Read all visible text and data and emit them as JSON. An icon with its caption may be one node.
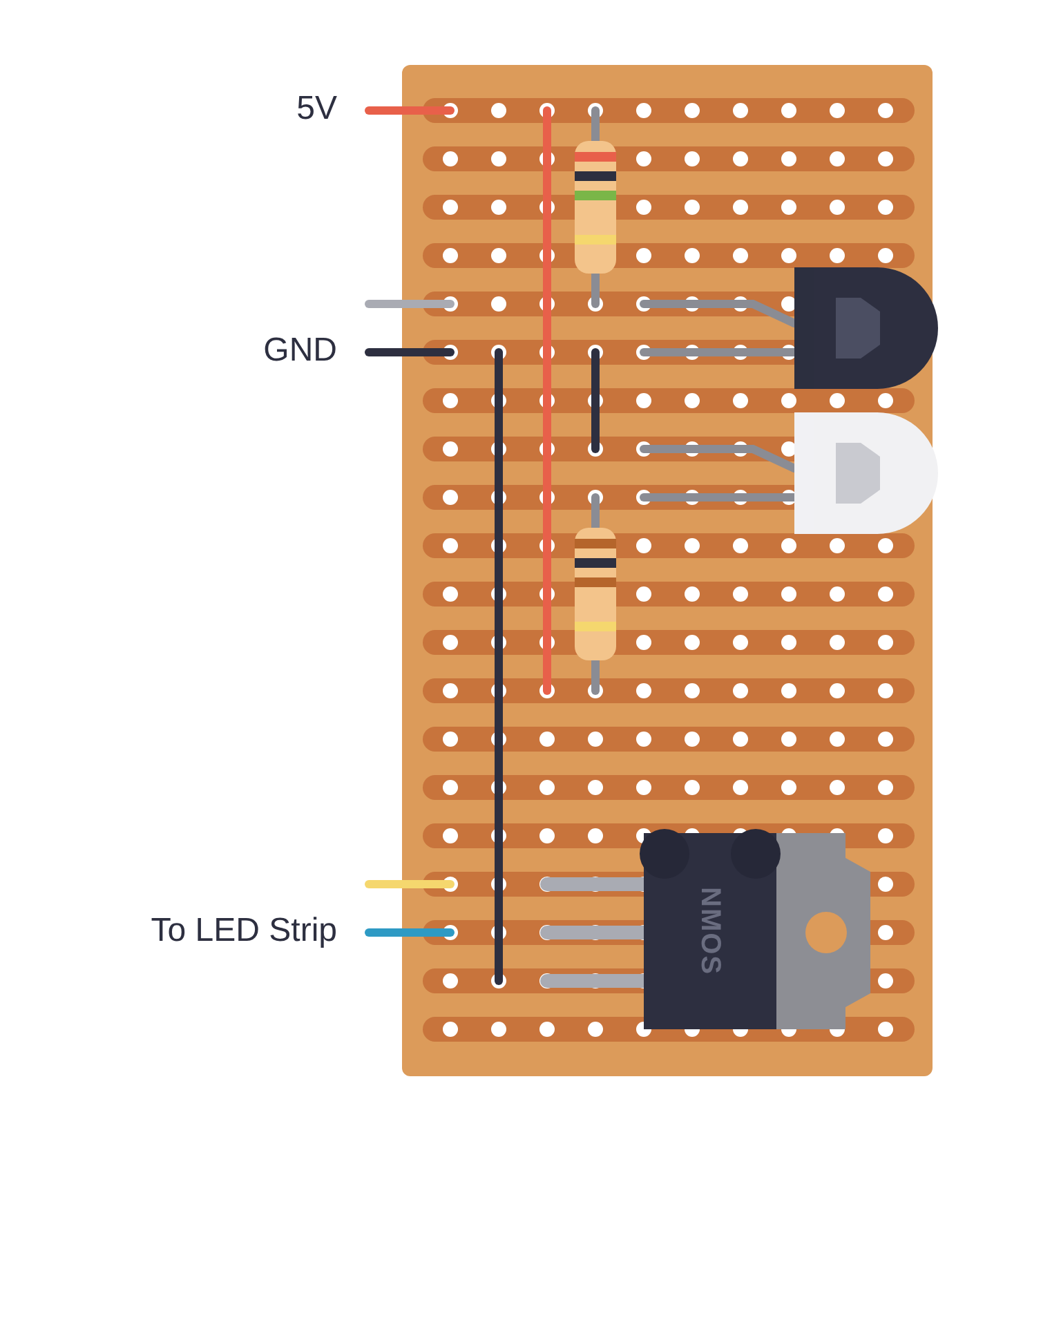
{
  "diagram": {
    "labels": [
      "5V",
      "GND",
      "To LED Strip",
      "NMOS"
    ]
  }
}
